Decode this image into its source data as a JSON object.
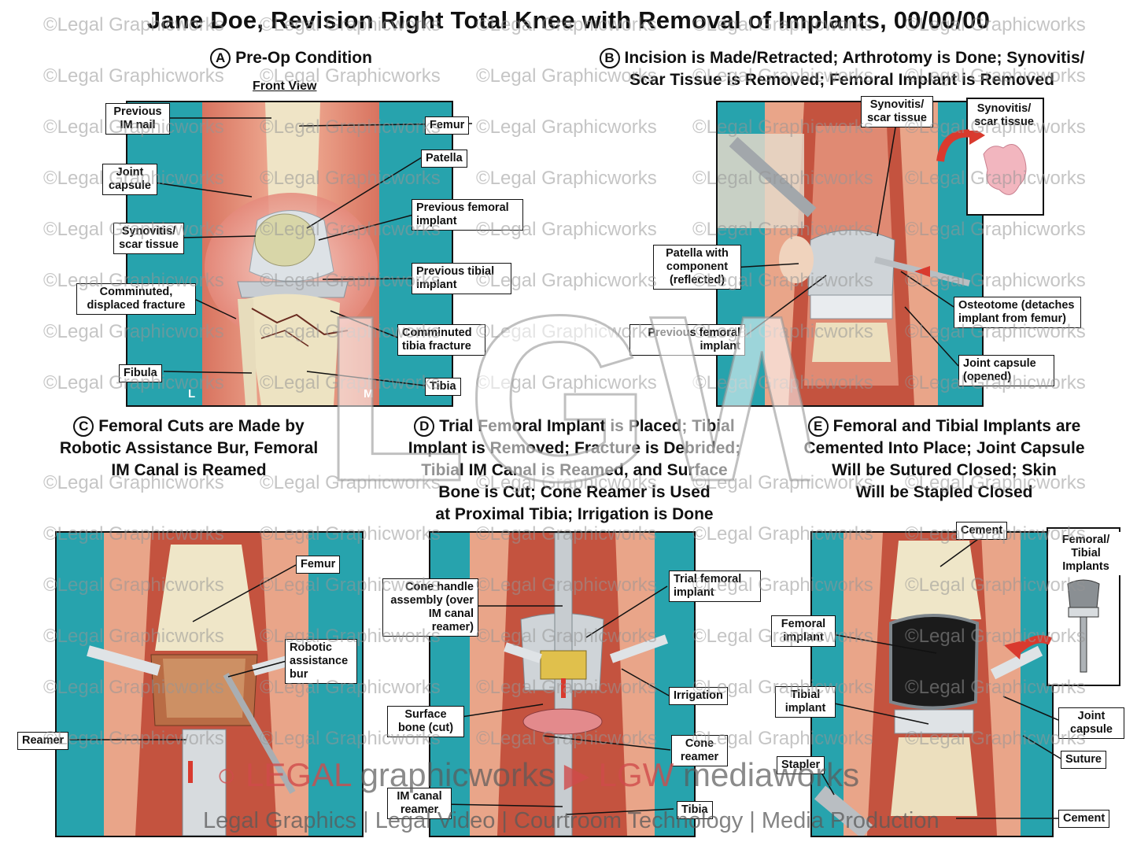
{
  "title": "Jane Doe, Revision Right Total Knee with Removal of Implants, 00/00/00",
  "sections": {
    "a": {
      "letter": "A",
      "title": "Pre-Op Condition",
      "subtitle": "Front View"
    },
    "b": {
      "letter": "B",
      "title_line1": "Incision is Made/Retracted; Arthrotomy is Done; Synovitis/",
      "title_line2": "Scar Tissue is Removed; Femoral Implant is Removed"
    },
    "c": {
      "letter": "C",
      "title_line1": "Femoral Cuts are Made by",
      "title_line2": "Robotic Assistance Bur, Femoral",
      "title_line3": "IM Canal is Reamed"
    },
    "d": {
      "letter": "D",
      "title_line1": "Trial Femoral Implant is Placed; Tibial",
      "title_line2": "Implant is Removed; Fracture is Debrided;",
      "title_line3": "Tibial IM Canal is Reamed, and Surface",
      "title_line4": "Bone is Cut; Cone Reamer is Used",
      "title_line5": "at Proximal Tibia; Irrigation is Done"
    },
    "e": {
      "letter": "E",
      "title_line1": "Femoral and Tibial Implants are",
      "title_line2": "Cemented Into Place; Joint Capsule",
      "title_line3": "Will be Sutured Closed; Skin",
      "title_line4": "Will be Stapled Closed"
    }
  },
  "labels": {
    "a": {
      "prev_im_nail": "Previous IM nail",
      "femur": "Femur",
      "joint_capsule": "Joint capsule",
      "patella": "Patella",
      "prev_femoral_implant": "Previous femoral implant",
      "synovitis": "Synovitis/ scar tissue",
      "prev_tibial_implant": "Previous tibial implant",
      "comminuted_displaced": "Comminuted, displaced fracture",
      "comminuted_tibia": "Comminuted tibia fracture",
      "fibula": "Fibula",
      "tibia": "Tibia",
      "l": "L",
      "m": "M"
    },
    "b": {
      "synovitis": "Synovitis/ scar tissue",
      "synovitis_inset": "Synovitis/ scar tissue",
      "patella_component": "Patella with component (reflected)",
      "osteotome": "Osteotome (detaches implant from femur)",
      "prev_femoral_implant": "Previous femoral implant",
      "joint_capsule": "Joint capsule (opened)"
    },
    "c": {
      "femur": "Femur",
      "robotic_bur": "Robotic assistance bur",
      "reamer": "Reamer"
    },
    "d": {
      "cone_handle": "Cone handle assembly (over IM canal reamer)",
      "trial_femoral": "Trial femoral implant",
      "irrigation": "Irrigation",
      "surface_bone": "Surface bone (cut)",
      "cone_reamer": "Cone reamer",
      "im_canal_reamer": "IM canal reamer",
      "tibia": "Tibia"
    },
    "e": {
      "cement_top": "Cement",
      "inset_title": "Femoral/ Tibial Implants",
      "femoral_implant": "Femoral implant",
      "tibial_implant": "Tibial implant",
      "joint_capsule": "Joint capsule",
      "stapler": "Stapler",
      "suture": "Suture",
      "cement_bottom": "Cement"
    }
  },
  "watermark": {
    "text": "©Legal Graphicworks",
    "logo_legal": "LEGAL",
    "logo_graphic": "graphicworks",
    "logo_lgw": "LGW",
    "logo_media": "mediaworks",
    "tagline": "Legal Graphics | Legal Video | Courtroom Technology | Media Production",
    "big": "LGW"
  },
  "colors": {
    "drape": "#27a3ad",
    "skin": "#e9a589",
    "tissue": "#c9584a",
    "bone": "#ebe3c4",
    "metal": "#c9cdd1",
    "watermark_red": "#cf4b4b"
  }
}
